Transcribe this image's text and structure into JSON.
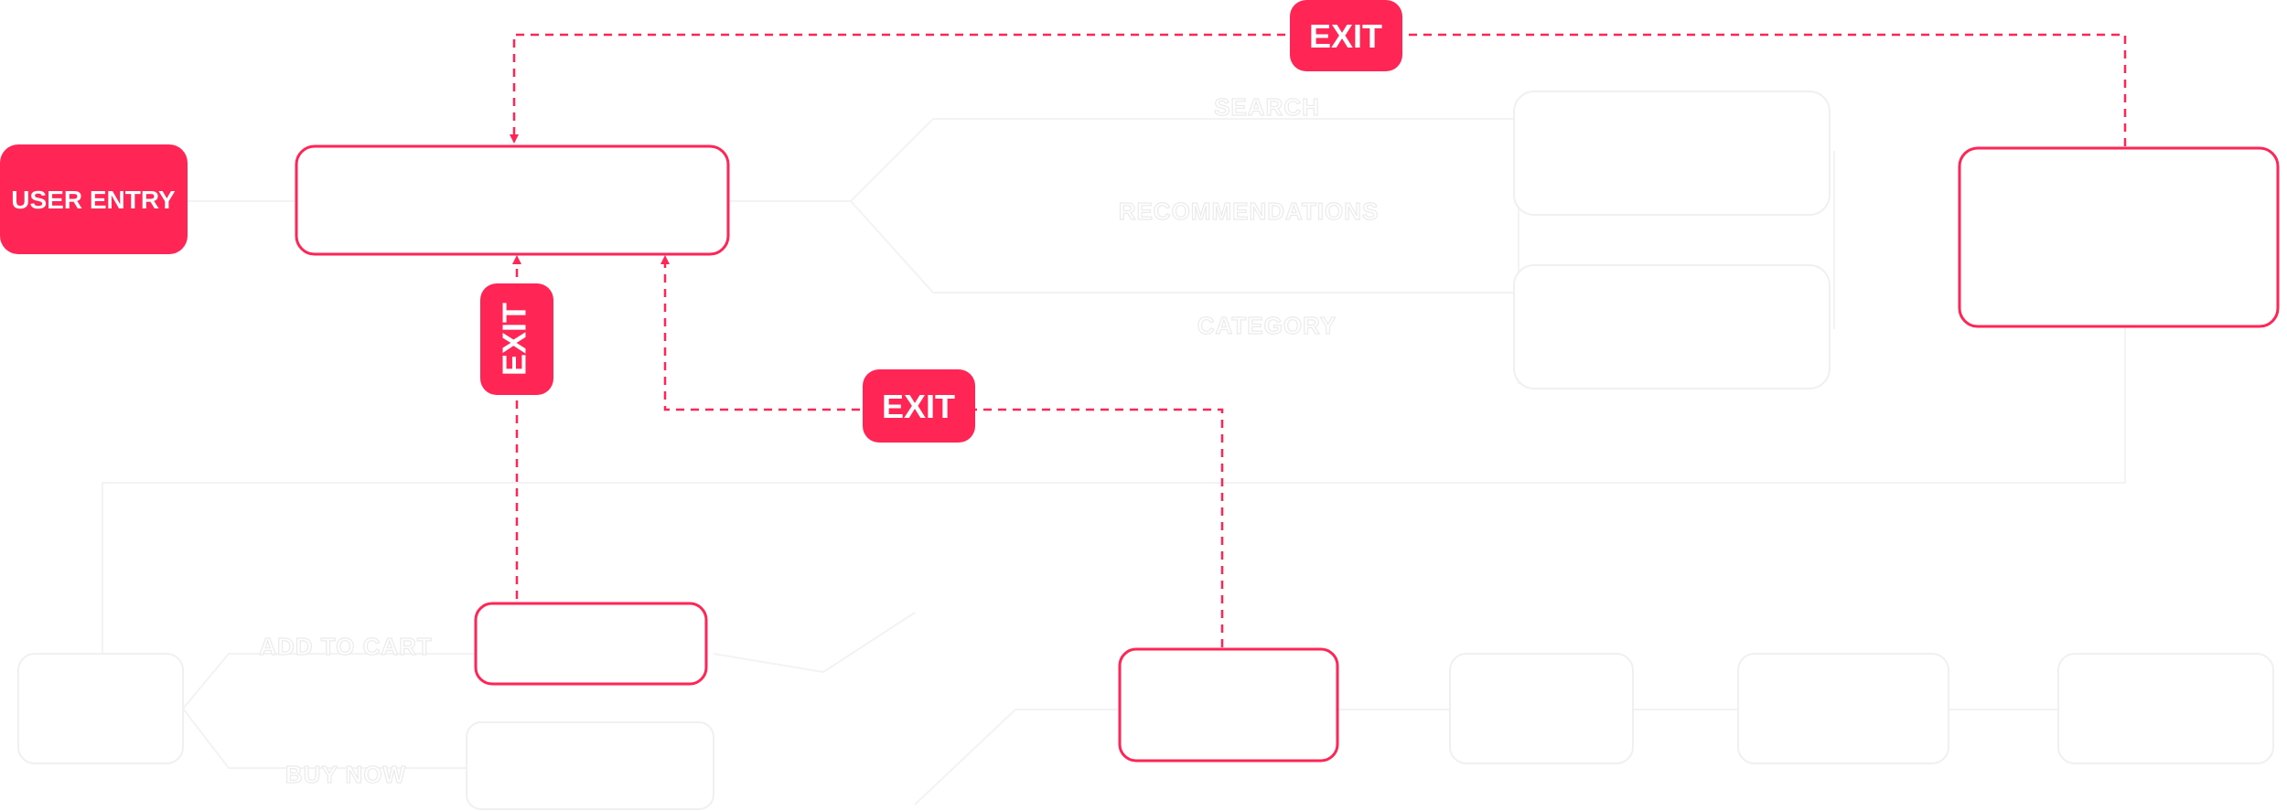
{
  "colors": {
    "accent": "#ff2656",
    "faint_line": "#f1f1f1",
    "faint_text_outline": "#ebebeb",
    "background": "#ffffff"
  },
  "entry": {
    "label": "USER ENTRY"
  },
  "exits": {
    "top": "EXIT",
    "left": "EXIT",
    "middle": "EXIT"
  },
  "ghost_labels": {
    "search": "SEARCH",
    "recommendations": "RECOMMENDATIONS",
    "category": "CATEGORY",
    "add_to_cart": "ADD TO CART",
    "buy_now": "BUY NOW"
  }
}
